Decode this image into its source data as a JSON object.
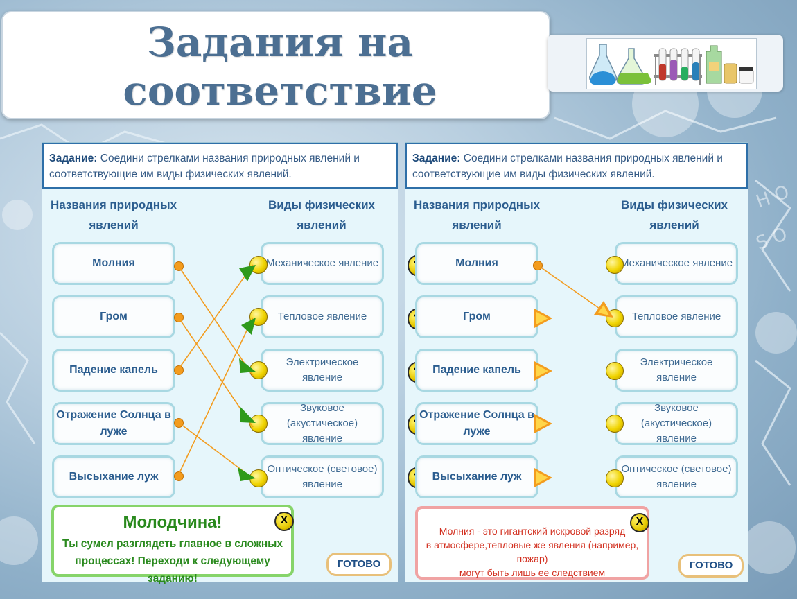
{
  "page": {
    "title": "Задания на соответствие",
    "title_line1": "Задания на",
    "title_line2": "соответствие"
  },
  "colors": {
    "accent_blue": "#2b5d8f",
    "correct_green": "#2a8a1e",
    "error_red": "#d23020",
    "arrow_orange": "#f39c1e",
    "arrow_green": "#2e9a1b"
  },
  "left_panel": {
    "task_label": "Задание:",
    "task_text": " Соедини стрелками названия природных явлений и соответствующие им виды физических явлений.",
    "col_names_line1": "Названия природных",
    "col_names_line2": "явлений",
    "col_types_line1": "Виды физических",
    "col_types_line2": "явлений",
    "items": [
      "Молния",
      "Гром",
      "Падение капель",
      "Отражение Солнца в луже",
      "Высыхание луж"
    ],
    "types": [
      "Механическое явление",
      "Тепловое явление",
      "Электрическое явление",
      "Звуковое (акустическое) явление",
      "Оптическое (световое) явление"
    ],
    "feedback_title": "Молодчина!",
    "feedback_line1": "Ты сумел разглядеть главное в сложных",
    "feedback_line2": "процессах! Переходи к следующему заданию!",
    "close_label": "X",
    "done_button": "ГОТОВО"
  },
  "right_panel": {
    "task_label": "Задание:",
    "task_text": " Соедини стрелками названия природных явлений и соответствующие им виды физических явлений.",
    "col_names_line1": "Названия природных",
    "col_names_line2": "явлений",
    "col_types_line1": "Виды физических",
    "col_types_line2": "явлений",
    "question_mark": "?",
    "items": [
      "Молния",
      "Гром",
      "Падение капель",
      "Отражение Солнца в луже",
      "Высыхание луж"
    ],
    "types": [
      "Механическое явление",
      "Тепловое явление",
      "Электрическое явление",
      "Звуковое (акустическое) явление",
      "Оптическое (световое) явление"
    ],
    "feedback_line1": "Молния - это гигантский искровой разряд",
    "feedback_line2": "в атмосфере,тепловые же явления (например, пожар)",
    "feedback_line3": "могут быть лишь ее следствием",
    "close_label": "X",
    "done_button": "ГОТОВО"
  }
}
